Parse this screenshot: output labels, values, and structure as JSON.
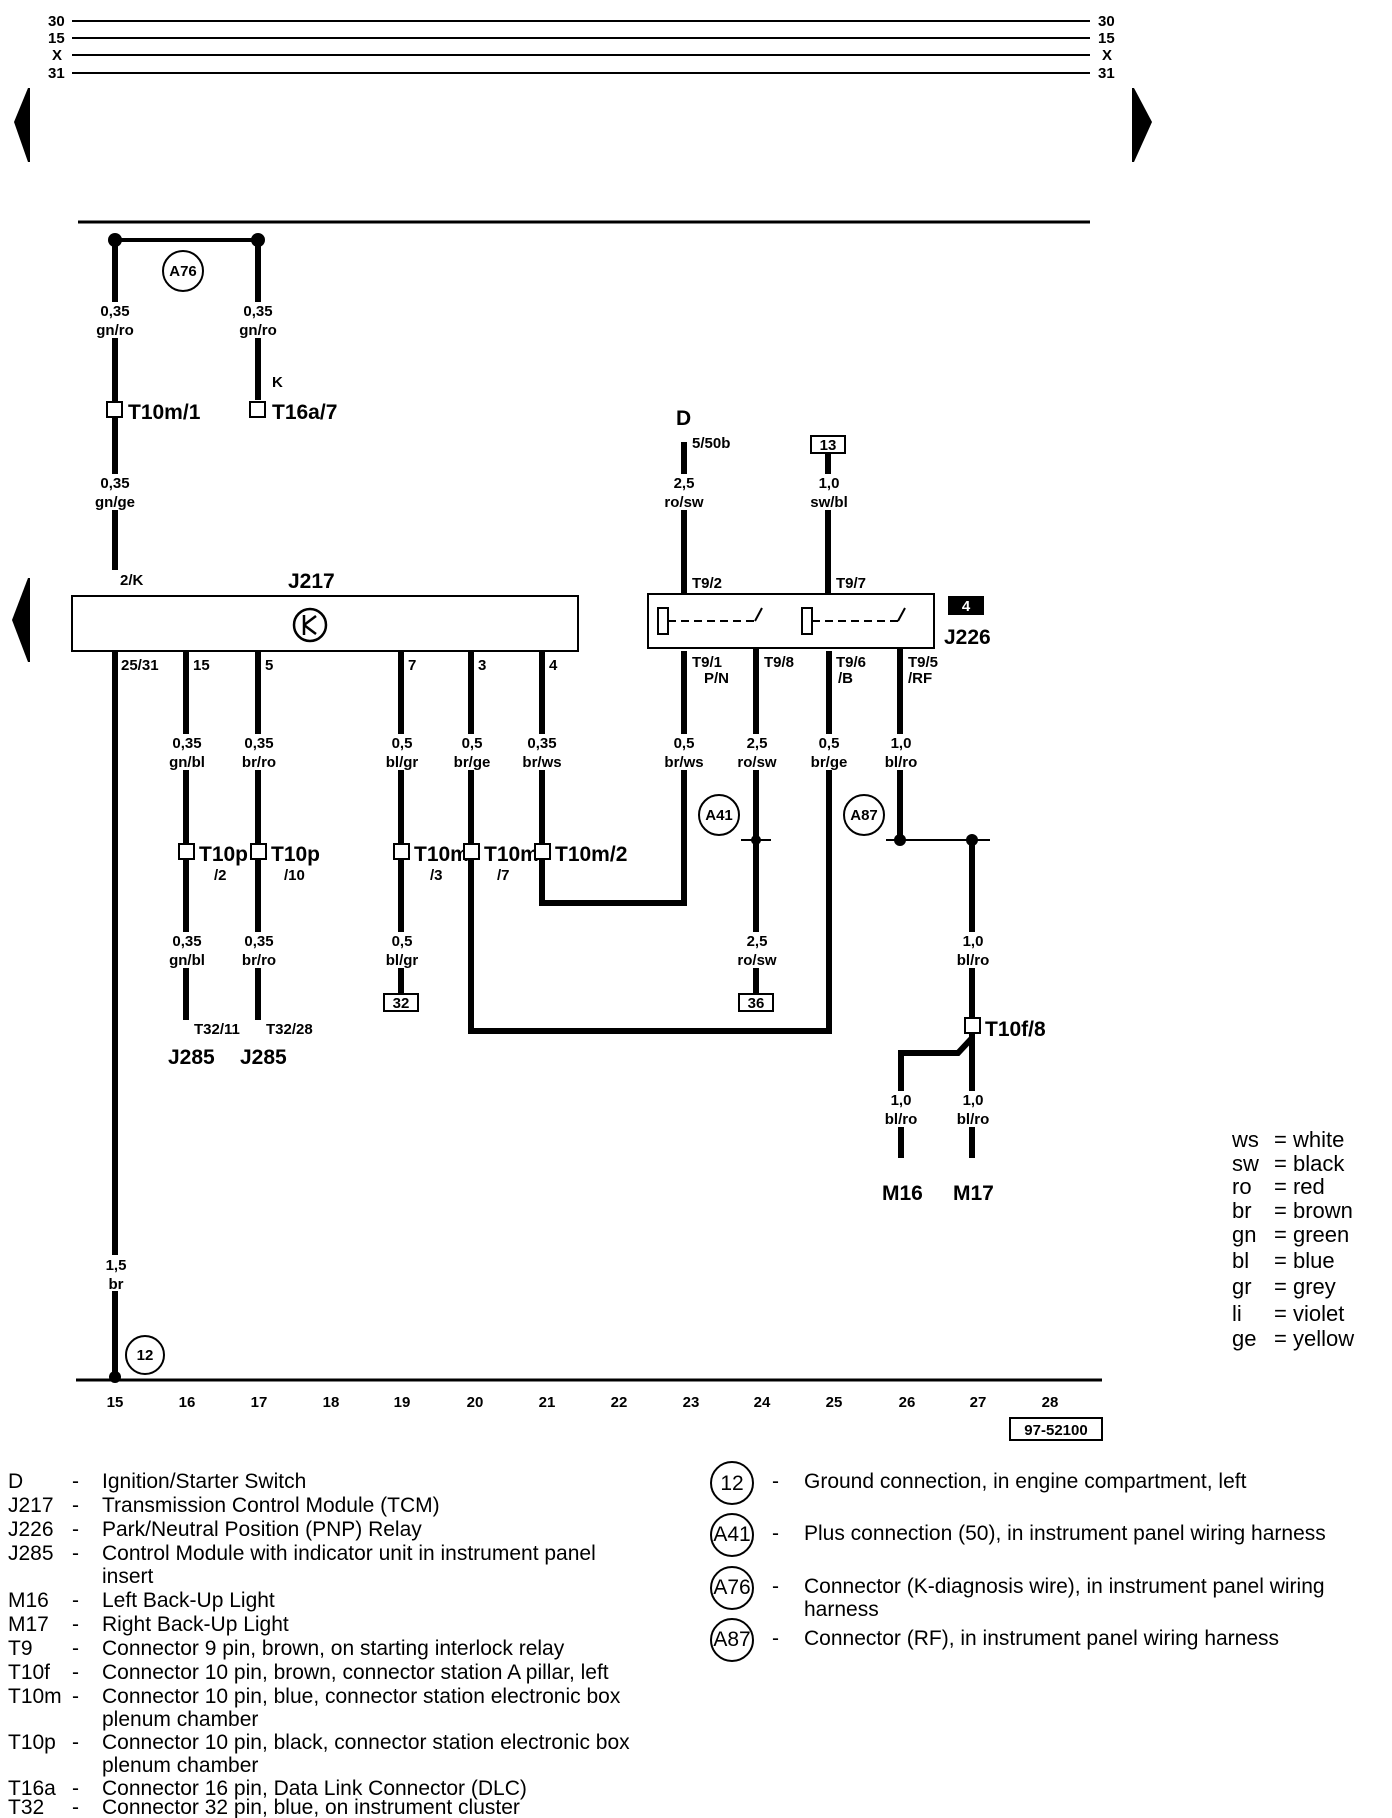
{
  "bus": {
    "labels": [
      "30",
      "15",
      "X",
      "31"
    ]
  },
  "components": {
    "J217": "J217",
    "J226": "J226",
    "J285a": "J285",
    "J285b": "J285",
    "D": "D",
    "M16": "M16",
    "M17": "M17",
    "relay_badge": "4"
  },
  "connections": {
    "A76": "A76",
    "A41": "A41",
    "A87": "A87",
    "ground12": "12"
  },
  "wires": {
    "w1a": [
      "0,35",
      "gn/ro"
    ],
    "w1b": [
      "0,35",
      "gn/ge"
    ],
    "w2": [
      "0,35",
      "gn/ro"
    ],
    "w15a": [
      "0,35",
      "gn/bl"
    ],
    "w15b": [
      "0,35",
      "gn/bl"
    ],
    "w5a": [
      "0,35",
      "br/ro"
    ],
    "w5b": [
      "0,35",
      "br/ro"
    ],
    "w7a": [
      "0,5",
      "bl/gr"
    ],
    "w7b": [
      "0,5",
      "bl/gr"
    ],
    "w3": [
      "0,5",
      "br/ge"
    ],
    "w4": [
      "0,35",
      "br/ws"
    ],
    "wD": [
      "2,5",
      "ro/sw"
    ],
    "w13": [
      "1,0",
      "sw/bl"
    ],
    "wPN": [
      "0,5",
      "br/ws"
    ],
    "w98a": [
      "2,5",
      "ro/sw"
    ],
    "w98b": [
      "2,5",
      "ro/sw"
    ],
    "w96": [
      "0,5",
      "br/ge"
    ],
    "w95": [
      "1,0",
      "bl/ro"
    ],
    "w27a": [
      "1,0",
      "bl/ro"
    ],
    "w26": [
      "1,0",
      "bl/ro"
    ],
    "w27b": [
      "1,0",
      "bl/ro"
    ],
    "wgnd": [
      "1,5",
      "br"
    ]
  },
  "pins": {
    "J217_top": "2/K",
    "J217_b1": "25/31",
    "J217_b2": "15",
    "J217_b3": "5",
    "J217_b4": "7",
    "J217_b5": "3",
    "J217_b6": "4",
    "K": "K",
    "D_pin": "5/50b",
    "T92": "T9/2",
    "T97": "T9/7",
    "T91": "T9/1",
    "PN": "P/N",
    "T98": "T9/8",
    "T96": "T9/6",
    "B": "/B",
    "T95": "T9/5",
    "RF": "/RF",
    "T3211": "T32/11",
    "T3228": "T32/28"
  },
  "connectors": {
    "T10m1": "T10m/1",
    "T16a7": "T16a/7",
    "T10p2a": "T10p",
    "T10p2b": "/2",
    "T10p10a": "T10p",
    "T10p10b": "/10",
    "T10m3a": "T10m",
    "T10m3b": "/3",
    "T10m7a": "T10m",
    "T10m7b": "/7",
    "T10m2": "T10m/2",
    "T10f8": "T10f/8"
  },
  "boxes": {
    "b13": "13",
    "b32": "32",
    "b36": "36"
  },
  "grid": {
    "numbers": [
      "15",
      "16",
      "17",
      "18",
      "19",
      "20",
      "21",
      "22",
      "23",
      "24",
      "25",
      "26",
      "27",
      "28"
    ],
    "ref": "97-52100"
  },
  "color_legend": [
    {
      "code": "ws",
      "name": "= white"
    },
    {
      "code": "sw",
      "name": "= black"
    },
    {
      "code": "ro",
      "name": "= red"
    },
    {
      "code": "br",
      "name": "= brown"
    },
    {
      "code": "gn",
      "name": "= green"
    },
    {
      "code": "bl",
      "name": "= blue"
    },
    {
      "code": "gr",
      "name": "= grey"
    },
    {
      "code": "li",
      "name": "= violet"
    },
    {
      "code": "ge",
      "name": "= yellow"
    }
  ],
  "descriptions_left": [
    {
      "code": "D",
      "text": [
        "Ignition/Starter Switch"
      ]
    },
    {
      "code": "J217",
      "text": [
        "Transmission Control Module (TCM)"
      ]
    },
    {
      "code": "J226",
      "text": [
        "Park/Neutral Position (PNP) Relay"
      ]
    },
    {
      "code": "J285",
      "text": [
        "Control Module with indicator unit in instrument panel",
        "insert"
      ]
    },
    {
      "code": "M16",
      "text": [
        "Left Back-Up Light"
      ]
    },
    {
      "code": "M17",
      "text": [
        "Right Back-Up Light"
      ]
    },
    {
      "code": "T9",
      "text": [
        "Connector 9 pin, brown, on starting interlock relay"
      ]
    },
    {
      "code": "T10f",
      "text": [
        "Connector 10 pin, brown, connector station A pillar, left"
      ]
    },
    {
      "code": "T10m",
      "text": [
        "Connector 10 pin, blue, connector station electronic box",
        "plenum chamber"
      ]
    },
    {
      "code": "T10p",
      "text": [
        "Connector 10 pin, black, connector station electronic box",
        "plenum chamber"
      ]
    },
    {
      "code": "T16a",
      "text": [
        "Connector 16 pin, Data Link Connector (DLC)"
      ]
    },
    {
      "code": "T32",
      "text": [
        "Connector 32 pin, blue, on  instrument cluster"
      ]
    }
  ],
  "descriptions_right": [
    {
      "code": "12",
      "text": [
        "Ground connection, in engine compartment, left"
      ]
    },
    {
      "code": "A41",
      "text": [
        "Plus connection (50), in instrument panel wiring harness"
      ]
    },
    {
      "code": "A76",
      "text": [
        "Connector (K-diagnosis wire), in instrument panel wiring",
        "harness"
      ]
    },
    {
      "code": "A87",
      "text": [
        "Connector (RF), in instrument panel wiring harness"
      ]
    }
  ]
}
